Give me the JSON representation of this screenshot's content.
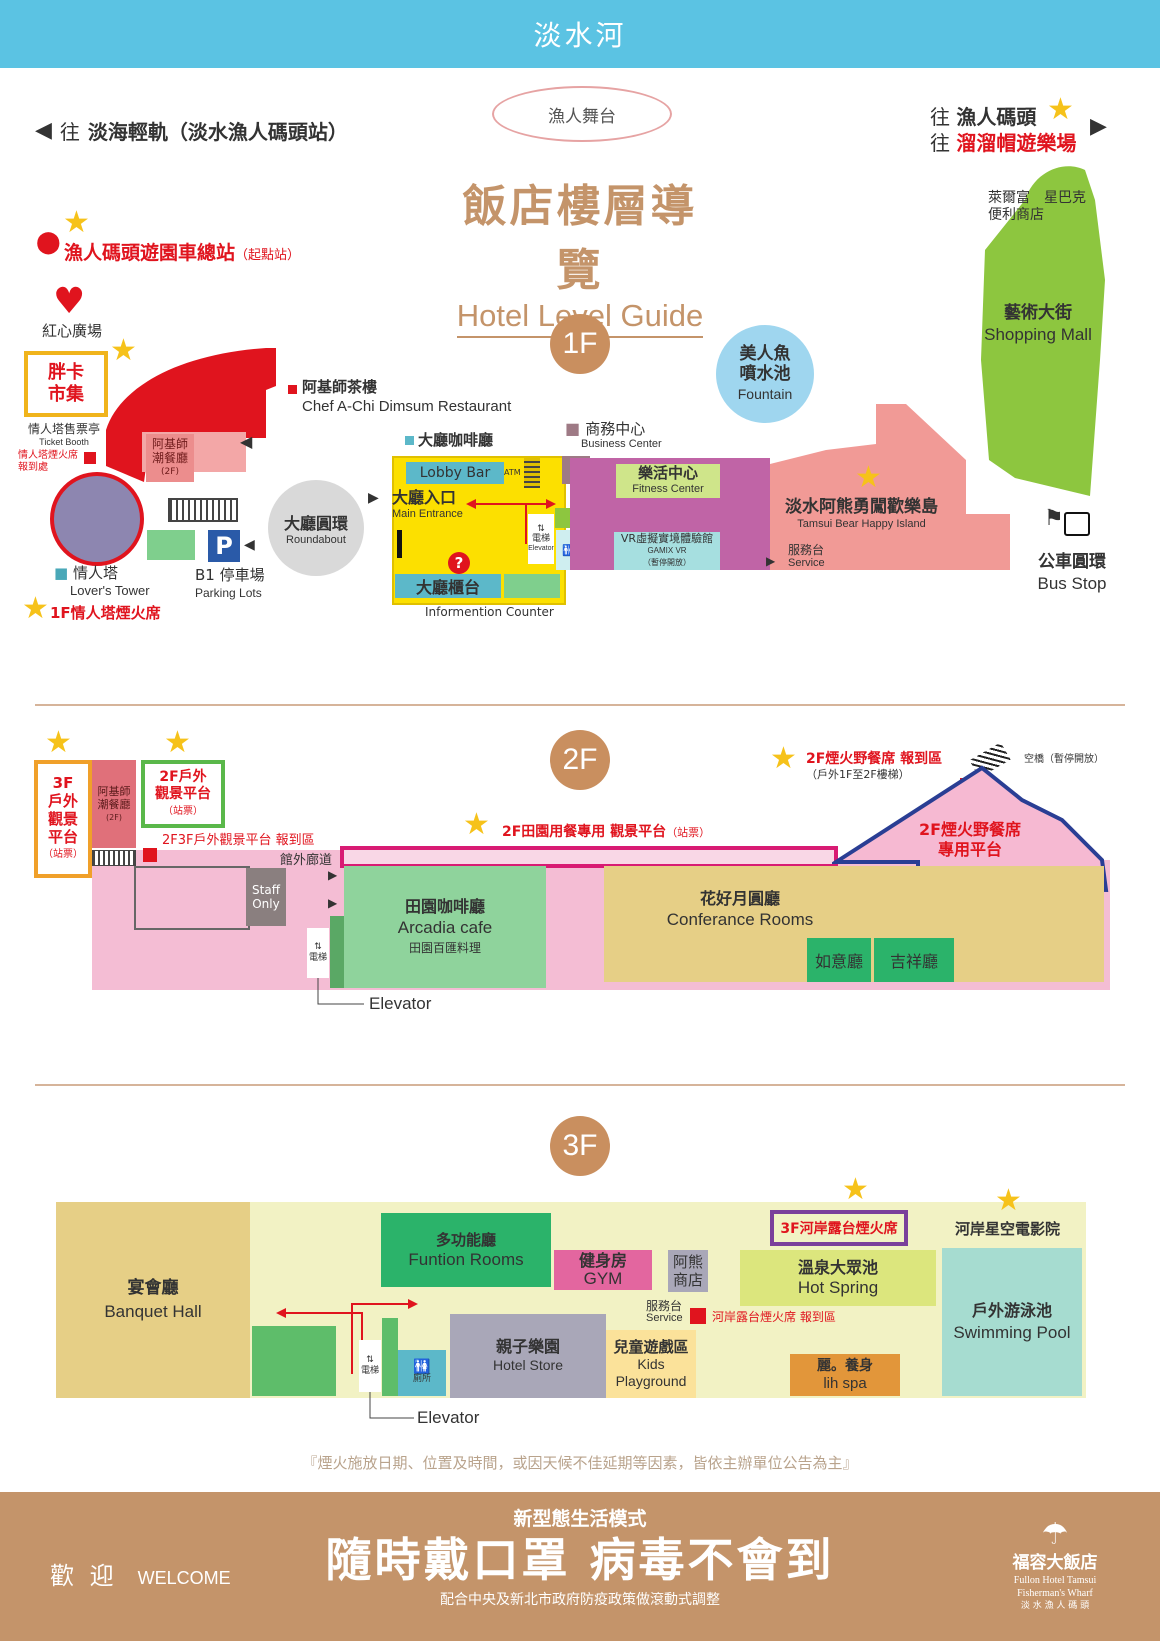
{
  "river": "淡水河",
  "stage": "漁人舞台",
  "nav": {
    "left_prefix": "往",
    "left_dest": "淡海輕軌（淡水漁人碼頭站）",
    "right_prefix_1": "往",
    "right_dest_1": "漁人碼頭",
    "right_prefix_2": "往",
    "right_dest_2": "溜溜帽遊樂場"
  },
  "title": {
    "zh": "飯店樓層導覽",
    "en": "Hotel Level Guide"
  },
  "floors": {
    "f1": "1F",
    "f2": "2F",
    "f3": "3F"
  },
  "f1": {
    "bus_terminal": "漁人碼頭遊園車總站",
    "bus_terminal_note": "（起點站）",
    "heart_plaza": "紅心廣場",
    "photo_market": "胖卡\n市集",
    "chef_zh": "阿基師茶樓",
    "chef_en": "Chef A-Chi Dimsum Restaurant",
    "ticket_zh": "情人塔售票亭",
    "ticket_en": "Ticket Booth",
    "fire_report": "情人塔煙火席\n報到處",
    "achi_trend": "阿基師\n潮餐廳",
    "achi_trend_note": "(2F)",
    "lovers_zh": "情人塔",
    "lovers_en": "Lover's Tower",
    "lovers_fire": "1F情人塔煙火席",
    "parking_zh": "B1 停車場",
    "parking_en": "Parking Lots",
    "parking_icon": "P",
    "roundabout_zh": "大廳圓環",
    "roundabout_en": "Roundabout",
    "lobby_cafe": "大廳咖啡廳",
    "lobby_bar": "Lobby Bar",
    "atm": "ATM",
    "main_entrance_zh": "大廳入口",
    "main_entrance_en": "Main Entrance",
    "elevator_zh": "電梯",
    "elevator_en": "Elevator",
    "front_desk": "大廳櫃台",
    "info_en": "Informention Counter",
    "business_zh": "商務中心",
    "business_en": "Business Center",
    "fitness_zh": "樂活中心",
    "fitness_en": "Fitness Center",
    "vr_zh": "VR虛擬實境體驗館",
    "vr_en": "GAMIX VR",
    "vr_note": "（暫停開放）",
    "fountain_zh": "美人魚\n噴水池",
    "fountain_en": "Fountain",
    "bear_zh": "淡水阿熊勇闖歡樂島",
    "bear_en": "Tamsui Bear Happy Island",
    "service_zh": "服務台",
    "service_en": "Service",
    "mall_stores": "萊爾富　星巴克\n便利商店",
    "mall_zh": "藝術大街",
    "mall_en": "Shopping Mall",
    "busstop_zh": "公車圓環",
    "busstop_en": "Bus Stop"
  },
  "f2": {
    "deck3f": "3F\n戶外\n觀景\n平台",
    "deck3f_note": "（站票）",
    "achi": "阿基師\n潮餐廳",
    "achi_note": "(2F)",
    "deck2f": "2F戶外\n觀景平台",
    "deck2f_note": "（站票）",
    "report_2f3f": "2F3F戶外觀景平台 報到區",
    "corridor": "館外廊道",
    "staff": "Staff\nOnly",
    "garden_deck": "2F田園用餐專用 觀景平台",
    "garden_deck_note": "（站票）",
    "bbq_report": "2F煙火野餐席 報到區",
    "bbq_report_note": "（戶外1F至2F樓梯）",
    "skybridge": "空橋（暫停開放）",
    "bbq_zh": "2F煙火野餐席\n專用平台",
    "cafe_zh": "田園咖啡廳",
    "cafe_en": "Arcadia cafe",
    "cafe_note": "田園百匯料理",
    "conf_zh": "花好月圓廳",
    "conf_en": "Conferance Rooms",
    "ruyi": "如意廳",
    "jixiang": "吉祥廳",
    "elevator_zh": "電梯",
    "elevator_en": "Elevator"
  },
  "f3": {
    "banquet_zh": "宴會廳",
    "banquet_en": "Banquet Hall",
    "function_zh": "多功能廳",
    "function_en": "Funtion Rooms",
    "gym_zh": "健身房",
    "gym_en": "GYM",
    "bear_shop": "阿熊\n商店",
    "river_fire": "3F河岸露台煙火席",
    "cinema": "河岸星空電影院",
    "hotspring_zh": "溫泉大眾池",
    "hotspring_en": "Hot Spring",
    "service_zh": "服務台",
    "service_en": "Service",
    "river_report": "河岸露台煙火席 報到區",
    "kids_store_zh": "親子樂園",
    "kids_store_en": "Hotel Store",
    "playground_zh": "兒童遊戲區",
    "playground_en": "Kids\nPlayground",
    "spa_zh": "麗。養身",
    "spa_en": "lih spa",
    "pool_zh": "戶外游泳池",
    "pool_en": "Swimming Pool",
    "elevator_zh": "電梯",
    "elevator_en": "Elevator",
    "restroom": "廁所"
  },
  "disclaimer": "『煙火施放日期、位置及時間，或因天候不佳延期等因素，皆依主辦單位公告為主』",
  "footer": {
    "welcome_zh": "歡 迎",
    "welcome_en": "WELCOME",
    "life": "新型態生活模式",
    "slogan": "隨時戴口罩 病毒不會到",
    "policy": "配合中央及新北市政府防疫政策做滾動式調整",
    "brand_zh": "福容大飯店",
    "brand_en1": "Fullon Hotel Tamsui",
    "brand_en2": "Fisherman's Wharf",
    "brand_loc": "淡 水 漁 人 碼 頭"
  },
  "colors": {
    "river": "#5bc3e3",
    "brown": "#c4946a",
    "red": "#e0141e",
    "pink": "#f1b7cf",
    "green": "#2bb36a",
    "yellow": "#fce000",
    "lime": "#8dc63f",
    "star": "#f6c21a"
  },
  "icons": [
    "arrow-left-icon",
    "arrow-right-icon",
    "star-icon",
    "map-pin-icon",
    "heart-icon",
    "parking-icon",
    "question-icon",
    "elevator-icon",
    "restroom-icon",
    "bus-icon",
    "flag-icon",
    "stairs-icon",
    "logo-icon"
  ]
}
